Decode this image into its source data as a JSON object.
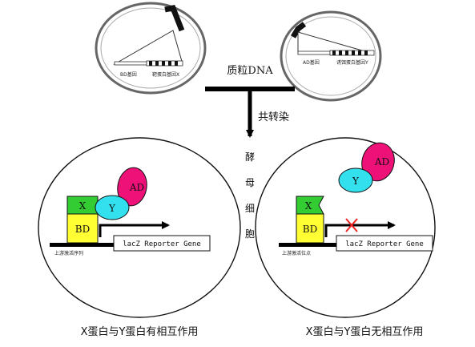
{
  "plasmids": {
    "left": {
      "bd_gene_label": "BD基因",
      "bait_gene_label": "靶蛋白基因X"
    },
    "right": {
      "ad_gene_label": "AD基因",
      "prey_gene_label": "诱饵蛋白基因Y"
    }
  },
  "center": {
    "plasmid_label": "质粒DNA",
    "cotransfect_label": "共转染",
    "yeast_label_chars": [
      "酵",
      "母",
      "细",
      "胞"
    ]
  },
  "left_cell": {
    "x_label": "X",
    "y_label": "Y",
    "ad_label": "AD",
    "bd_label": "BD",
    "reporter_label": "lacZ Reporter Gene",
    "upstream_label": "上游激活序列",
    "caption": "X蛋白与Y蛋白有相互作用"
  },
  "right_cell": {
    "x_label": "X",
    "y_label": "Y",
    "ad_label": "AD",
    "bd_label": "BD",
    "reporter_label": "lacZ Reporter Gene",
    "upstream_label": "上游激活位点",
    "caption": "X蛋白与Y蛋白无相互作用"
  },
  "colors": {
    "x_green": "#33cc33",
    "bd_yellow": "#ffff33",
    "y_cyan": "#33e0ee",
    "ad_magenta": "#ee1177",
    "cross_red": "#ee2222"
  }
}
